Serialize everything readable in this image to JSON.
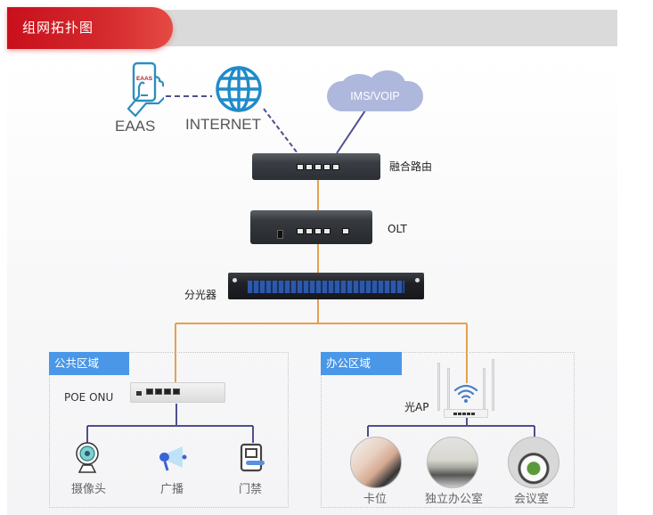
{
  "header": {
    "title": "组网拓扑图"
  },
  "top": {
    "eaas_app_text": "EAAS",
    "eaas_label": "EAAS",
    "internet_label": "INTERNET",
    "cloud_label": "IMS/VOIP"
  },
  "devices": {
    "router_label": "融合路由",
    "olt_label": "OLT",
    "splitter_label": "分光器"
  },
  "zones": [
    {
      "title": "公共区域",
      "gateway_label": "POE ONU",
      "endpoints": [
        {
          "label": "摄像头",
          "icon": "camera-icon"
        },
        {
          "label": "广播",
          "icon": "megaphone-icon"
        },
        {
          "label": "门禁",
          "icon": "access-control-icon"
        }
      ]
    },
    {
      "title": "办公区域",
      "gateway_label": "光AP",
      "endpoints": [
        {
          "label": "卡位",
          "icon": "workstation-photo"
        },
        {
          "label": "独立办公室",
          "icon": "private-office-photo"
        },
        {
          "label": "会议室",
          "icon": "meeting-room-photo"
        }
      ]
    }
  ],
  "colors": {
    "header_red": "#d52a2e",
    "zone_blue": "#4a97e8",
    "fiber_orange": "#e6a04e",
    "ethernet_navy": "#4f4f8f",
    "icon_teal": "#2b8fbf"
  }
}
